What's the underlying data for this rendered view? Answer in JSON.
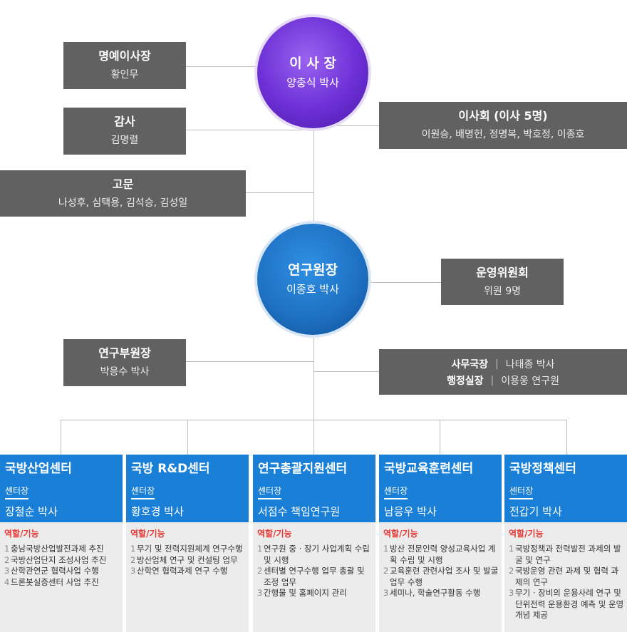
{
  "chairman": {
    "title": "이 사 장",
    "name": "양충식 박사"
  },
  "honorary_chairman": {
    "title": "명예이사장",
    "name": "황인무"
  },
  "auditor": {
    "title": "감사",
    "name": "김명렬"
  },
  "advisors": {
    "title": "고문",
    "names": "나성후, 심택용, 김석승, 김성일"
  },
  "board": {
    "title": "이사회 (이사 5명)",
    "names": "이원승, 배명헌, 정명복, 박호정, 이종호"
  },
  "director": {
    "title": "연구원장",
    "name": "이종호 박사"
  },
  "operating_committee": {
    "title": "운영위원회",
    "members": "위원 9명"
  },
  "vice_director": {
    "title": "연구부원장",
    "name": "박응수 박사"
  },
  "staff": {
    "secretary_general": {
      "role": "사무국장",
      "name": "나태종 박사"
    },
    "admin_chief": {
      "role": "행정실장",
      "name": "이용웅 연구원"
    }
  },
  "center_head_label": "센터장",
  "roles_label": "역할/기능",
  "centers": [
    {
      "name": "국방산업센터",
      "head": "장철순 박사",
      "roles": [
        "충남국방산업발전과제 추진",
        "국방산업단지 조성사업 추진",
        "산학관연군 협력사업 수행",
        "드론봇실증센터 사업 추진"
      ]
    },
    {
      "name": "국방 R&D센터",
      "head": "황호경 박사",
      "roles": [
        "무기 및 전력지원체계 연구수행",
        "방산업체 연구 및 컨설팅 업무",
        "산학연 협력과제 연구 수행"
      ]
    },
    {
      "name": "연구총괄지원센터",
      "head": "서점수 책임연구원",
      "roles": [
        "연구원 중 · 장기 사업계획 수립 및 시행",
        "센터별 연구수행 업무 총괄 및 조정 업무",
        "간행물 및 홈페이지 관리"
      ]
    },
    {
      "name": "국방교육훈련센터",
      "head": "남응우 박사",
      "roles": [
        "방산 전문인력 양성교육사업 계획 수립 및 시행",
        "교육훈련 관련사업 조사 및 발굴 업무 수행",
        "세미나, 학술연구활동 수행"
      ]
    },
    {
      "name": "국방정책센터",
      "head": "전갑기 박사",
      "roles": [
        "국방정책과 전력발전 과제의 발굴 및 연구",
        "국방운영 관련 과제 및 협력 과제의 연구",
        "무기 · 장비의 운용사례 연구 및 단위전력 운용환경 예측 및 운영개념 제공"
      ]
    }
  ],
  "colors": {
    "chairman": "#6d2fd6",
    "director": "#1f72c4",
    "center_header": "#1a7fd6",
    "box": "#616161",
    "roles_label": "#e53935"
  }
}
